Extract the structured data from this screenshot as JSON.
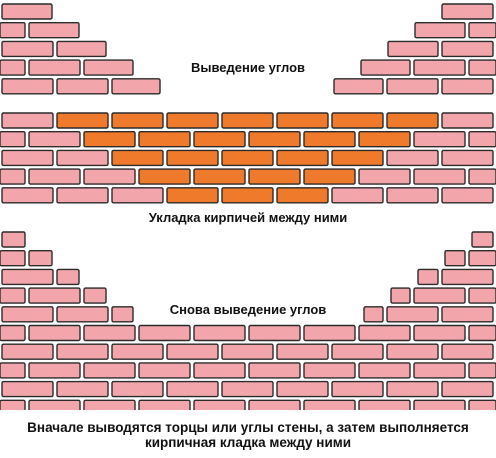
{
  "captions": {
    "step1": "Выведение углов",
    "step2": "Укладка кирпичей между ними",
    "step3": "Снова выведение углов",
    "note_line1": "Вначале выводятся торцы или углы стены, а затем выполняется",
    "note_line2": "кирпичная кладка между ними"
  },
  "colors": {
    "existing_brick": "#f2a6ab",
    "new_brick": "#f07a2b",
    "mortar_outline": "#2b2b2b"
  },
  "stages": [
    {
      "name": "corners",
      "rows": 5,
      "new_bricks": "none"
    },
    {
      "name": "infill",
      "rows": 5,
      "new_bricks": "middle"
    },
    {
      "name": "corners-again",
      "rows": 10,
      "new_bricks": "none"
    }
  ]
}
